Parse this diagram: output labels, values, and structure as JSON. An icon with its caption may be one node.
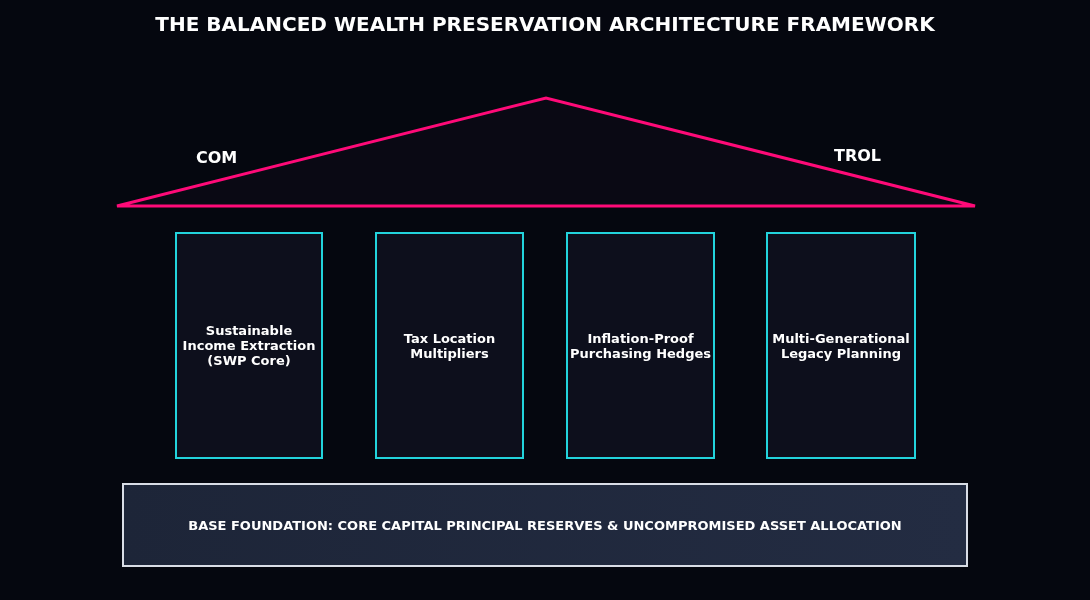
{
  "diagram": {
    "title": "THE BALANCED WEALTH PRESERVATION ARCHITECTURE FRAMEWORK",
    "nodes": [
      {
        "text": [],
        "shape": "triangle"
      },
      {
        "text": [
          "Sustainable Income Extraction (SWP Core)"
        ]
      },
      {
        "text": [
          "Tax Location Multipliers"
        ]
      },
      {
        "text": [
          "Inflation-Proof Purchasing Hedges"
        ]
      },
      {
        "text": [
          "Multi-Generational Legacy Planning"
        ]
      },
      {
        "text": [
          "BASE FOUNDATION: CORE CAPITAL PRINCIPAL RESERVES & UNCOMPROMISED ASSET ALLOCATION"
        ]
      }
    ],
    "edges": [],
    "labels": [
      "COM",
      "TROL"
    ]
  }
}
